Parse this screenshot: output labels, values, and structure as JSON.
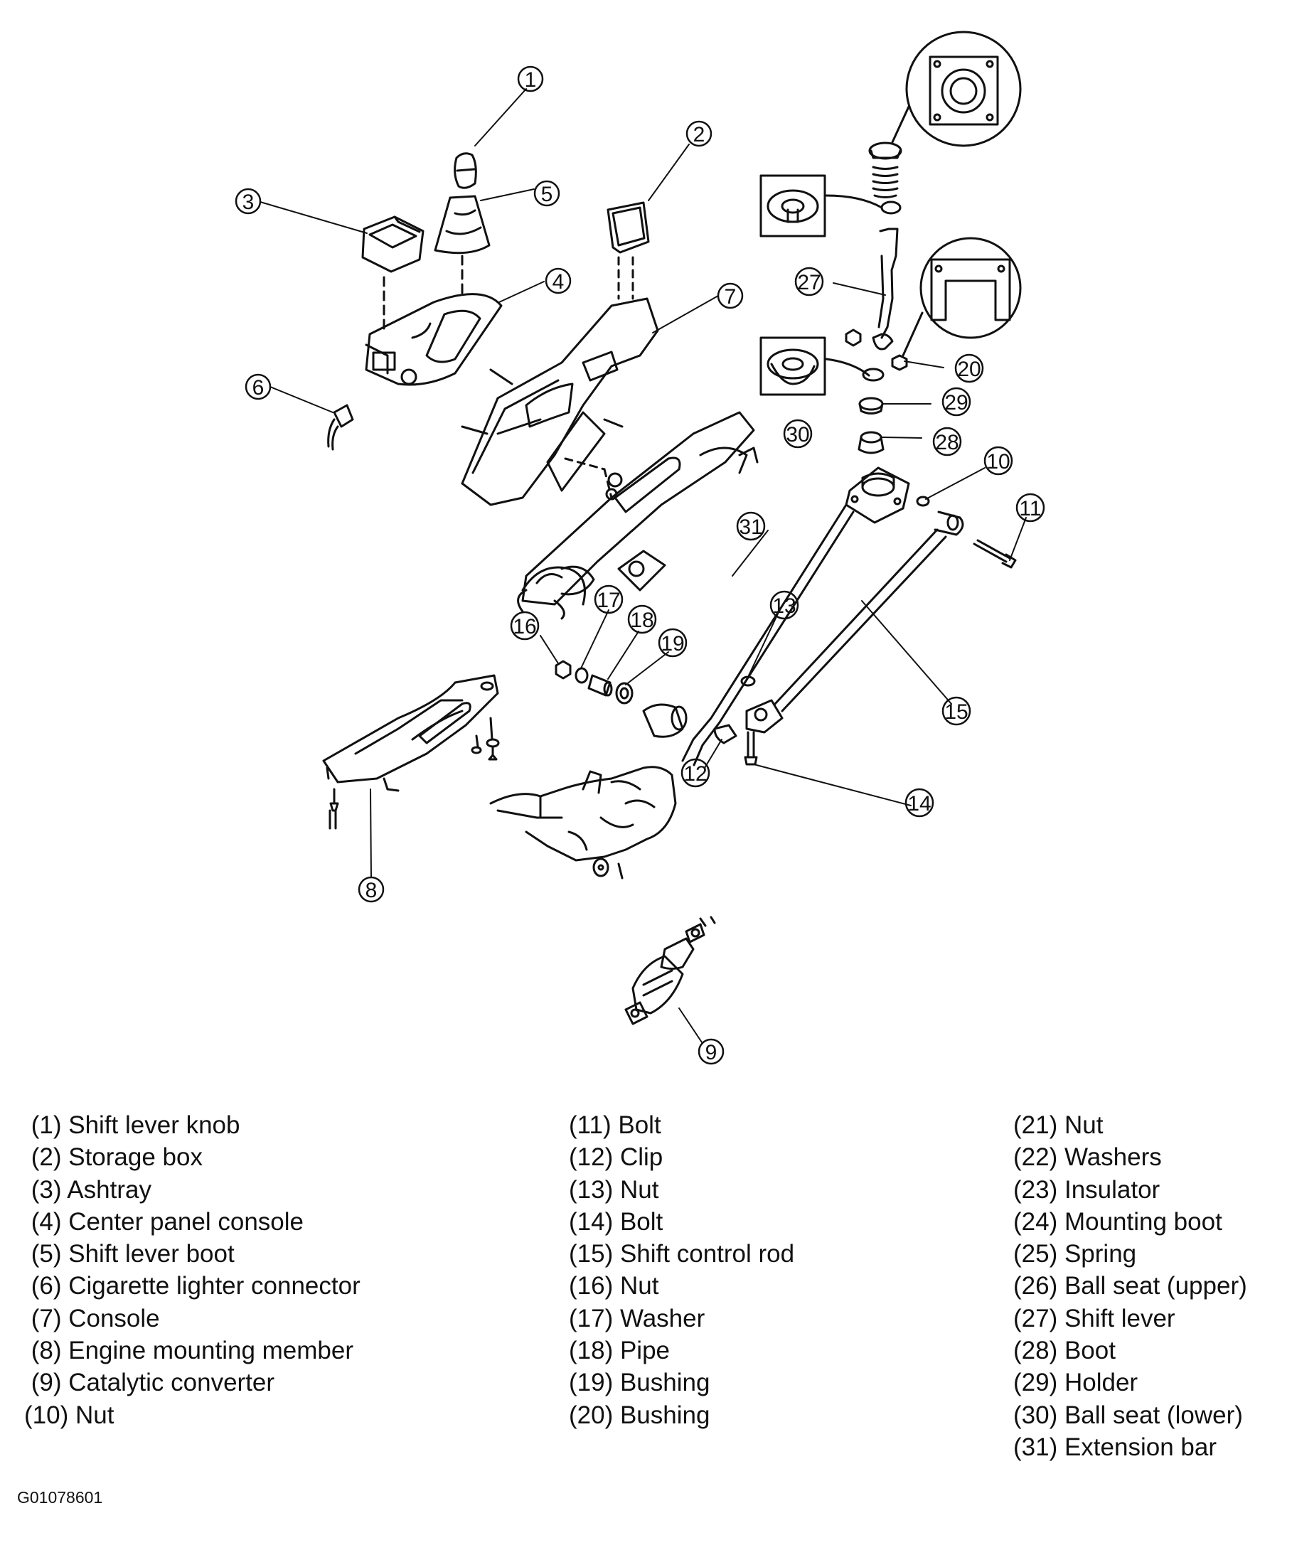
{
  "callouts": [
    {
      "n": "1",
      "label": "1"
    },
    {
      "n": "2",
      "label": "2"
    },
    {
      "n": "3",
      "label": "3"
    },
    {
      "n": "4",
      "label": "4"
    },
    {
      "n": "5",
      "label": "5"
    },
    {
      "n": "6",
      "label": "6"
    },
    {
      "n": "7",
      "label": "7"
    },
    {
      "n": "8",
      "label": "8"
    },
    {
      "n": "9",
      "label": "9"
    },
    {
      "n": "10",
      "label": "10"
    },
    {
      "n": "11",
      "label": "11"
    },
    {
      "n": "12",
      "label": "12"
    },
    {
      "n": "13",
      "label": "13"
    },
    {
      "n": "14",
      "label": "14"
    },
    {
      "n": "15",
      "label": "15"
    },
    {
      "n": "16",
      "label": "16"
    },
    {
      "n": "17",
      "label": "17"
    },
    {
      "n": "18",
      "label": "18"
    },
    {
      "n": "19",
      "label": "19"
    },
    {
      "n": "20",
      "label": "20"
    },
    {
      "n": "27",
      "label": "27"
    },
    {
      "n": "28",
      "label": "28"
    },
    {
      "n": "29",
      "label": "29"
    },
    {
      "n": "30",
      "label": "30"
    },
    {
      "n": "31",
      "label": "31"
    }
  ],
  "legend": {
    "col1": [
      " (1) Shift lever knob",
      " (2) Storage box",
      " (3) Ashtray",
      " (4) Center panel console",
      " (5) Shift lever boot",
      " (6) Cigarette lighter connector",
      " (7) Console",
      " (8) Engine mounting member",
      " (9) Catalytic converter",
      "(10) Nut"
    ],
    "col2": [
      "(11) Bolt",
      "(12) Clip",
      "(13) Nut",
      "(14) Bolt",
      "(15) Shift control rod",
      "(16) Nut",
      "(17) Washer",
      "(18) Pipe",
      "(19) Bushing",
      "(20) Bushing"
    ],
    "col3": [
      "(21) Nut",
      "(22) Washers",
      "(23) Insulator",
      "(24) Mounting boot",
      "(25) Spring",
      "(26) Ball seat (upper)",
      "(27) Shift lever",
      "(28) Boot",
      "(29) Holder",
      "(30) Ball seat (lower)",
      "(31) Extension bar"
    ]
  },
  "figure_code": "G01078601"
}
